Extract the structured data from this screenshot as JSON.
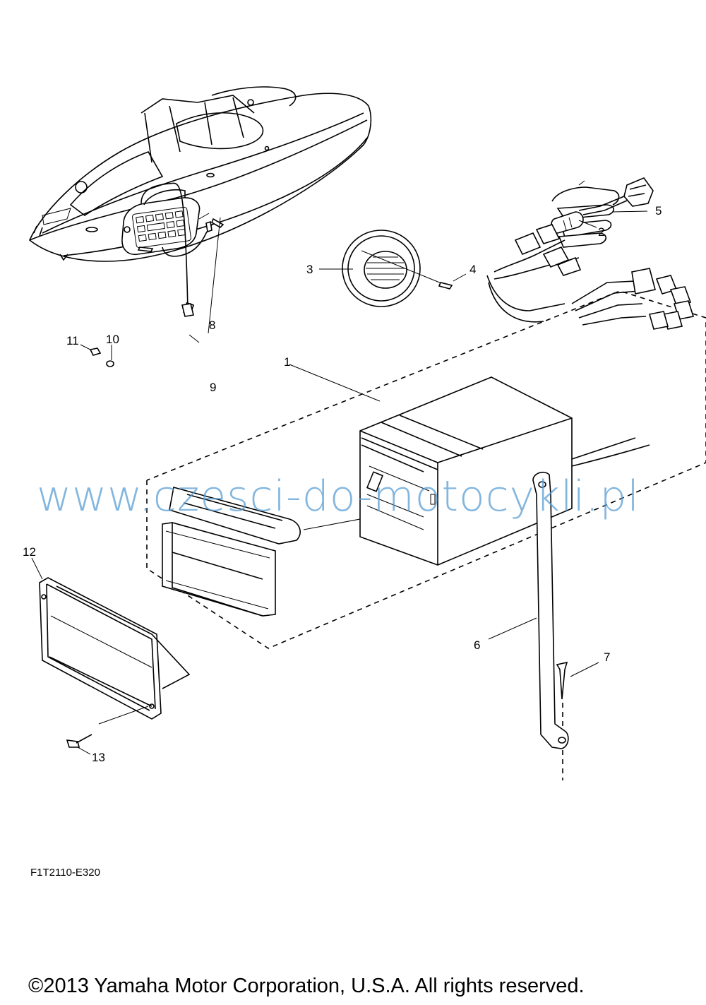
{
  "callouts": {
    "c1": "1",
    "c2": "2",
    "c3": "3",
    "c4": "4",
    "c5": "5",
    "c6": "6",
    "c7": "7",
    "c8": "8",
    "c9": "9",
    "c10": "10",
    "c11": "11",
    "c12": "12",
    "c13": "13"
  },
  "watermark": "www.czesci-do-motocykli.pl",
  "figure_code": "F1T2110-E320",
  "copyright": "©2013 Yamaha Motor Corporation, U.S.A. All rights reserved."
}
